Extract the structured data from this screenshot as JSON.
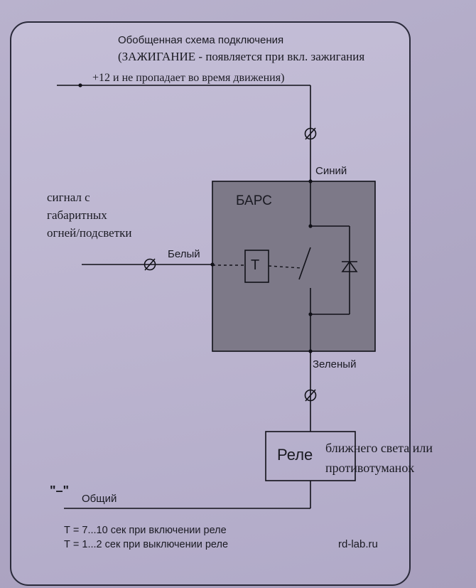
{
  "title": "Обобщенная схема подключения",
  "ignition_note_line1": "(ЗАЖИГАНИЕ - появляется при вкл. зажигания",
  "ignition_note_line2": "+12 и не пропадает во время движения)",
  "signal_label_line1": "сигнал с",
  "signal_label_line2": "габаритных",
  "signal_label_line3": "огней/подсветки",
  "wire_white": "Белый",
  "wire_blue": "Синий",
  "wire_green": "Зеленый",
  "wire_common": "Общий",
  "block_name": "БАРС",
  "timer_label": "Т",
  "relay_label": "Реле",
  "relay_desc_line1": "ближнего света или",
  "relay_desc_line2": "противотуманок",
  "minus_label": "\"–\"",
  "timing_on": "Т = 7...10 сек при включении реле",
  "timing_off": "Т = 1...2 сек при выключении реле",
  "site": "rd-lab.ru",
  "colors": {
    "block_fill": "#7d7988",
    "line": "#111118"
  }
}
